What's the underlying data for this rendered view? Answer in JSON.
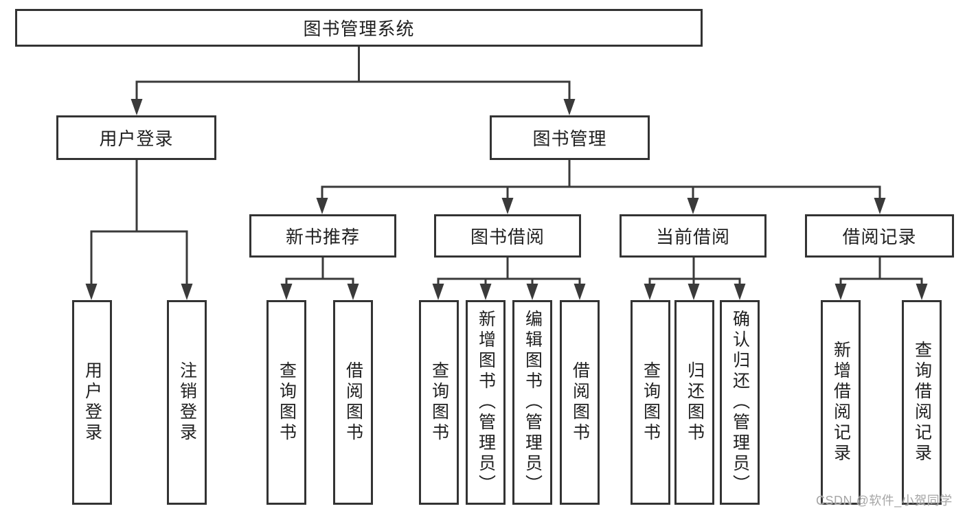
{
  "watermark": {
    "text": "CSDN @软件_小贺同学"
  },
  "colors": {
    "line": "#3a3a3a",
    "box_border": "#333333",
    "text": "#1f1f1f",
    "watermark_text": "#a6a6a6",
    "background": "#ffffff"
  },
  "tree": {
    "label": "图书管理系统",
    "children": [
      {
        "label": "用户登录",
        "children": [
          {
            "label": "用户登录"
          },
          {
            "label": "注销登录"
          }
        ]
      },
      {
        "label": "图书管理",
        "children": [
          {
            "label": "新书推荐",
            "children": [
              {
                "label": "查询图书"
              },
              {
                "label": "借阅图书"
              }
            ]
          },
          {
            "label": "图书借阅",
            "children": [
              {
                "label": "查询图书"
              },
              {
                "label": "新增图书（管理员）"
              },
              {
                "label": "编辑图书（管理员）"
              },
              {
                "label": "借阅图书"
              }
            ]
          },
          {
            "label": "当前借阅",
            "children": [
              {
                "label": "查询图书"
              },
              {
                "label": "归还图书"
              },
              {
                "label": "确认归还（管理员）"
              }
            ]
          },
          {
            "label": "借阅记录",
            "children": [
              {
                "label": "新增借阅记录"
              },
              {
                "label": "查询借阅记录"
              }
            ]
          }
        ]
      }
    ]
  }
}
